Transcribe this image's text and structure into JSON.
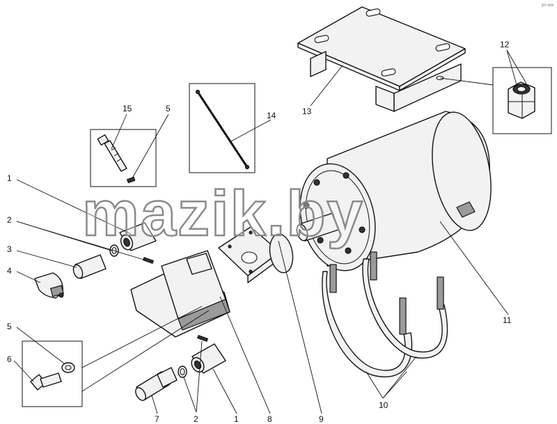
{
  "diagram": {
    "corner_mark": "pn ww",
    "watermark": "mazik.by",
    "callouts": {
      "c1_top": "1",
      "c2_top": "2",
      "c3": "3",
      "c4": "4",
      "c5_left": "5",
      "c6": "6",
      "c15": "15",
      "c5_top": "5",
      "c14": "14",
      "c13": "13",
      "c12": "12",
      "c11": "11",
      "c7": "7",
      "c2_bottom": "2",
      "c1_bottom": "1",
      "c8": "8",
      "c9": "9",
      "c10": "10"
    }
  }
}
